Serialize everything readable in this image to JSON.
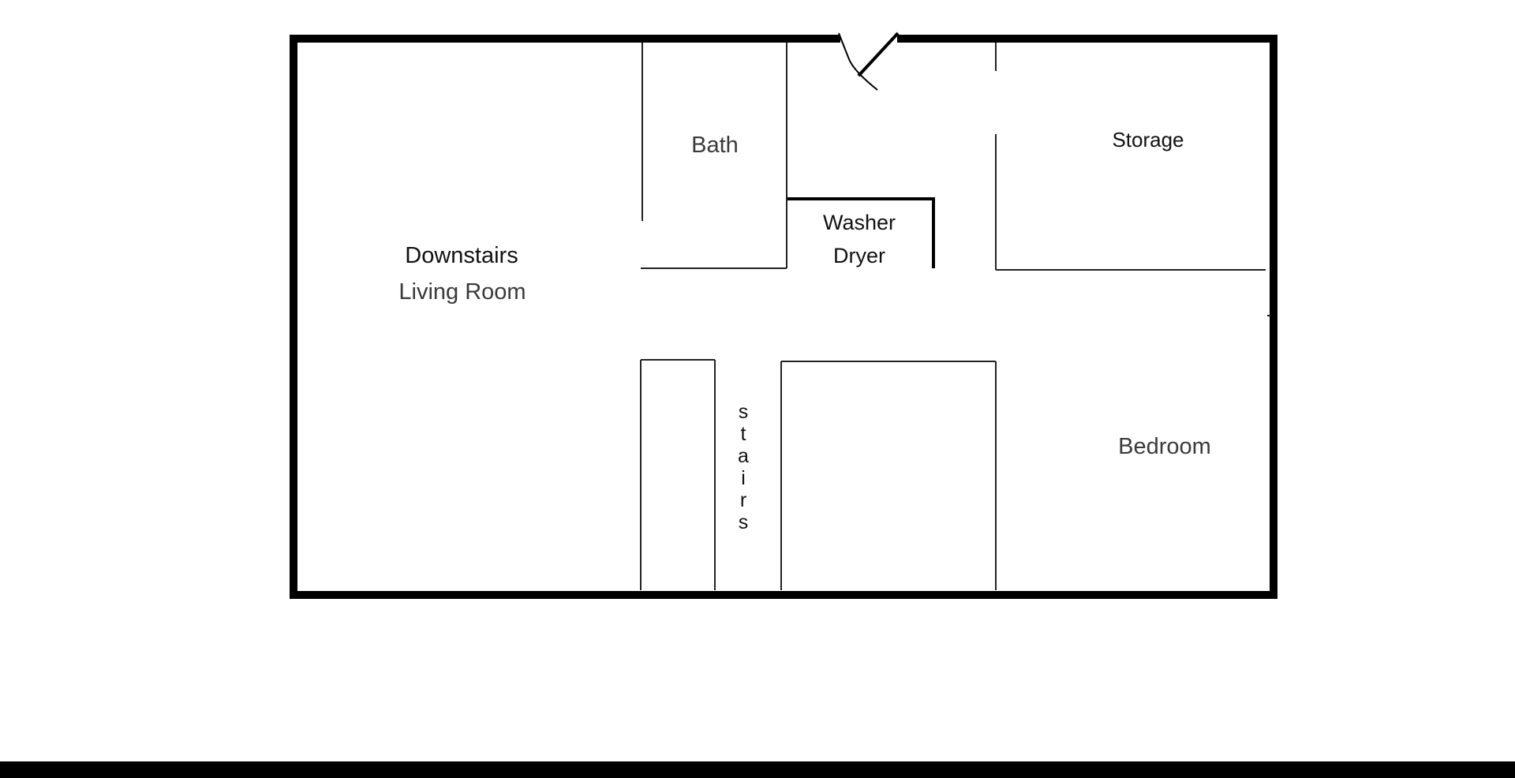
{
  "floorplan": {
    "rooms": {
      "living_line1": "Downstairs",
      "living_line2": "Living Room",
      "bath": "Bath",
      "washer": "Washer",
      "dryer": "Dryer",
      "storage": "Storage",
      "bedroom": "Bedroom",
      "stairs_letters": [
        "s",
        "t",
        "a",
        "i",
        "r",
        "s"
      ]
    },
    "colors": {
      "wall": "#000000",
      "partition": "#222222",
      "background": "#ffffff"
    }
  }
}
